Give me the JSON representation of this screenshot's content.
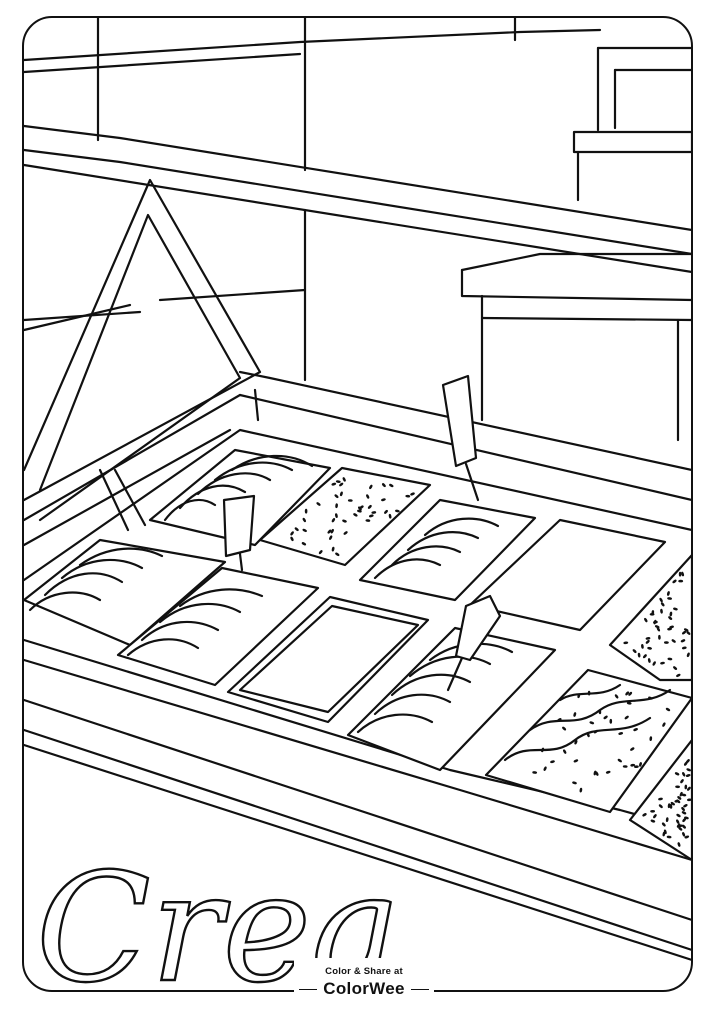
{
  "footer": {
    "tagline": "Color & Share at",
    "brand": "ColorWee"
  },
  "sign": {
    "text": "Crea"
  },
  "colors": {
    "line": "#111111",
    "background": "#ffffff"
  }
}
